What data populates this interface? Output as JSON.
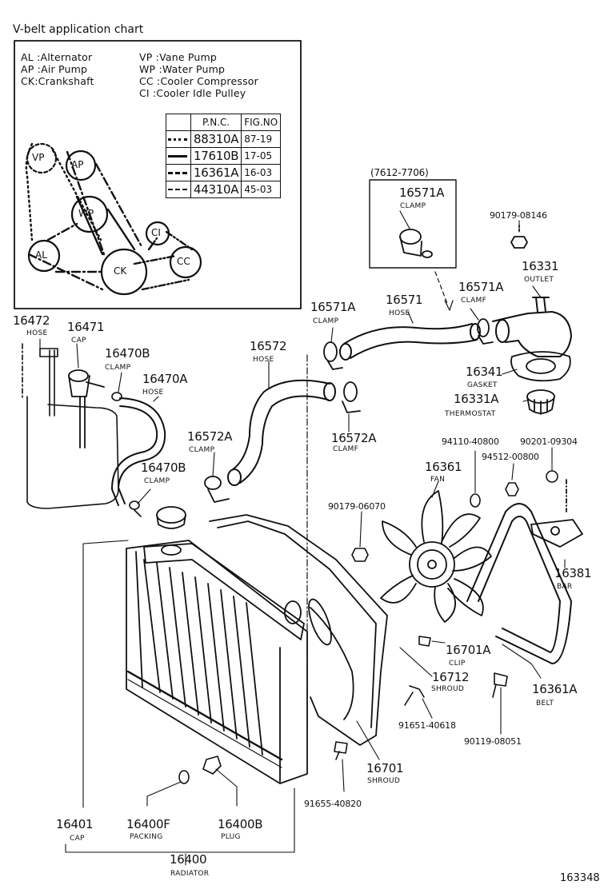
{
  "chart_title": "V-belt application chart",
  "legend": {
    "left": [
      "AL :Alternator",
      "AP :Air Pump",
      "CK:Crankshaft"
    ],
    "right": [
      "VP :Vane Pump",
      "WP :Water Pump",
      "CC :Cooler Compressor",
      "CI :Cooler Idle Pulley"
    ]
  },
  "pulleys": [
    "VP",
    "AP",
    "WP",
    "AL",
    "CK",
    "CI",
    "CC"
  ],
  "pnc_table": {
    "headers": [
      "P.N.C.",
      "FIG.NO"
    ],
    "rows": [
      {
        "pnc": "88310A",
        "fig": "87-19"
      },
      {
        "pnc": "17610B",
        "fig": "17-05"
      },
      {
        "pnc": "16361A",
        "fig": "16-03"
      },
      {
        "pnc": "44310A",
        "fig": "45-03"
      }
    ]
  },
  "date_range": "(7612-7706)",
  "labels": {
    "p16571A_box": {
      "pn": "16571A",
      "cap": "CLAMP"
    },
    "p90179_08146": "90179-08146",
    "p16331": {
      "pn": "16331",
      "cap": "OUTLET"
    },
    "p16571A_r": {
      "pn": "16571A",
      "cap": "CLAMF"
    },
    "p16571": {
      "pn": "16571",
      "cap": "HOSE"
    },
    "p16571A_l": {
      "pn": "16571A",
      "cap": "CLAMP"
    },
    "p16472": {
      "pn": "16472",
      "cap": "HOSE"
    },
    "p16471": {
      "pn": "16471",
      "cap": "CAP"
    },
    "p16470B_t": {
      "pn": "16470B",
      "cap": "CLAMP"
    },
    "p16470A": {
      "pn": "16470A",
      "cap": "HOSE"
    },
    "p16572": {
      "pn": "16572",
      "cap": "HOSE"
    },
    "p16341": {
      "pn": "16341",
      "cap": "GASKET"
    },
    "p16331A": {
      "pn": "16331A",
      "cap": "THERMOSTAT"
    },
    "p16572A_l": {
      "pn": "16572A",
      "cap": "CLAMP"
    },
    "p16572A_r": {
      "pn": "16572A",
      "cap": "CLAMF"
    },
    "p94110_40800": "94110-40800",
    "p90201_09304": "90201-09304",
    "p94512_00800": "94512-00800",
    "p16361": {
      "pn": "16361",
      "cap": "FAN"
    },
    "p16470B_b": {
      "pn": "16470B",
      "cap": "CLAMP"
    },
    "p90179_06070": "90179-06070",
    "p16381": {
      "pn": "16381",
      "cap": "BAR"
    },
    "p16701A": {
      "pn": "16701A",
      "cap": "CLIP"
    },
    "p16712": {
      "pn": "16712",
      "cap": "SHROUD"
    },
    "p16361A": {
      "pn": "16361A",
      "cap": "BELT"
    },
    "p91651_40618": "91651-40618",
    "p90119_08051": "90119-08051",
    "p16701": {
      "pn": "16701",
      "cap": "SHROUD"
    },
    "p91655_40820": "91655-40820",
    "p16401": {
      "pn": "16401",
      "cap": "CAP"
    },
    "p16400F": {
      "pn": "16400F",
      "cap": "PACKING"
    },
    "p16400B": {
      "pn": "16400B",
      "cap": "PLUG"
    },
    "p16400": {
      "pn": "16400",
      "cap": "RADIATOR"
    }
  },
  "figure_id": "163348"
}
